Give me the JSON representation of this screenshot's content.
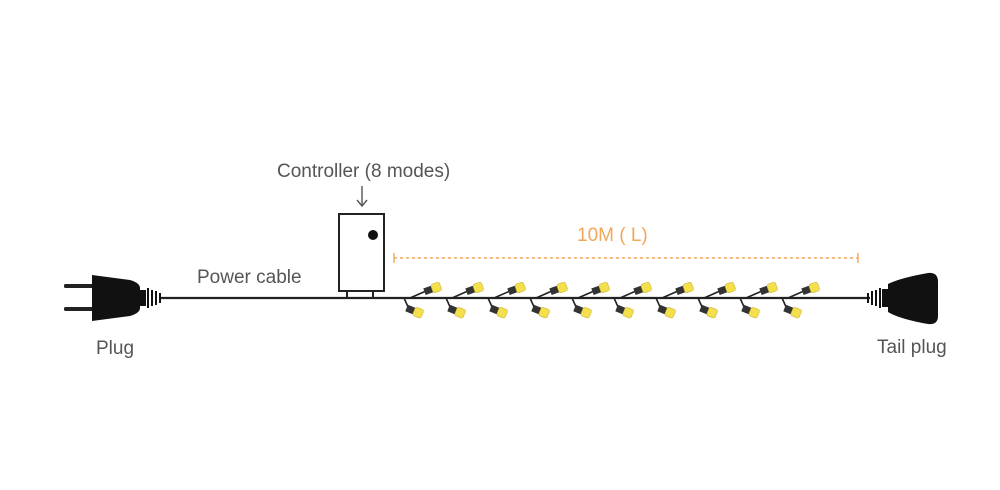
{
  "labels": {
    "controller": "Controller (8 modes)",
    "length": "10M ( L)",
    "power_cable": "Power cable",
    "plug": "Plug",
    "tail_plug": "Tail plug"
  },
  "colors": {
    "cable": "#222222",
    "dimension_line": "#f2a65a",
    "bulb": "#f4e04d",
    "bulb_base": "#333333",
    "controller_fill": "#ffffff",
    "text": "#555555"
  },
  "bulbs": {
    "count_per_row": 10,
    "rows": 2
  }
}
